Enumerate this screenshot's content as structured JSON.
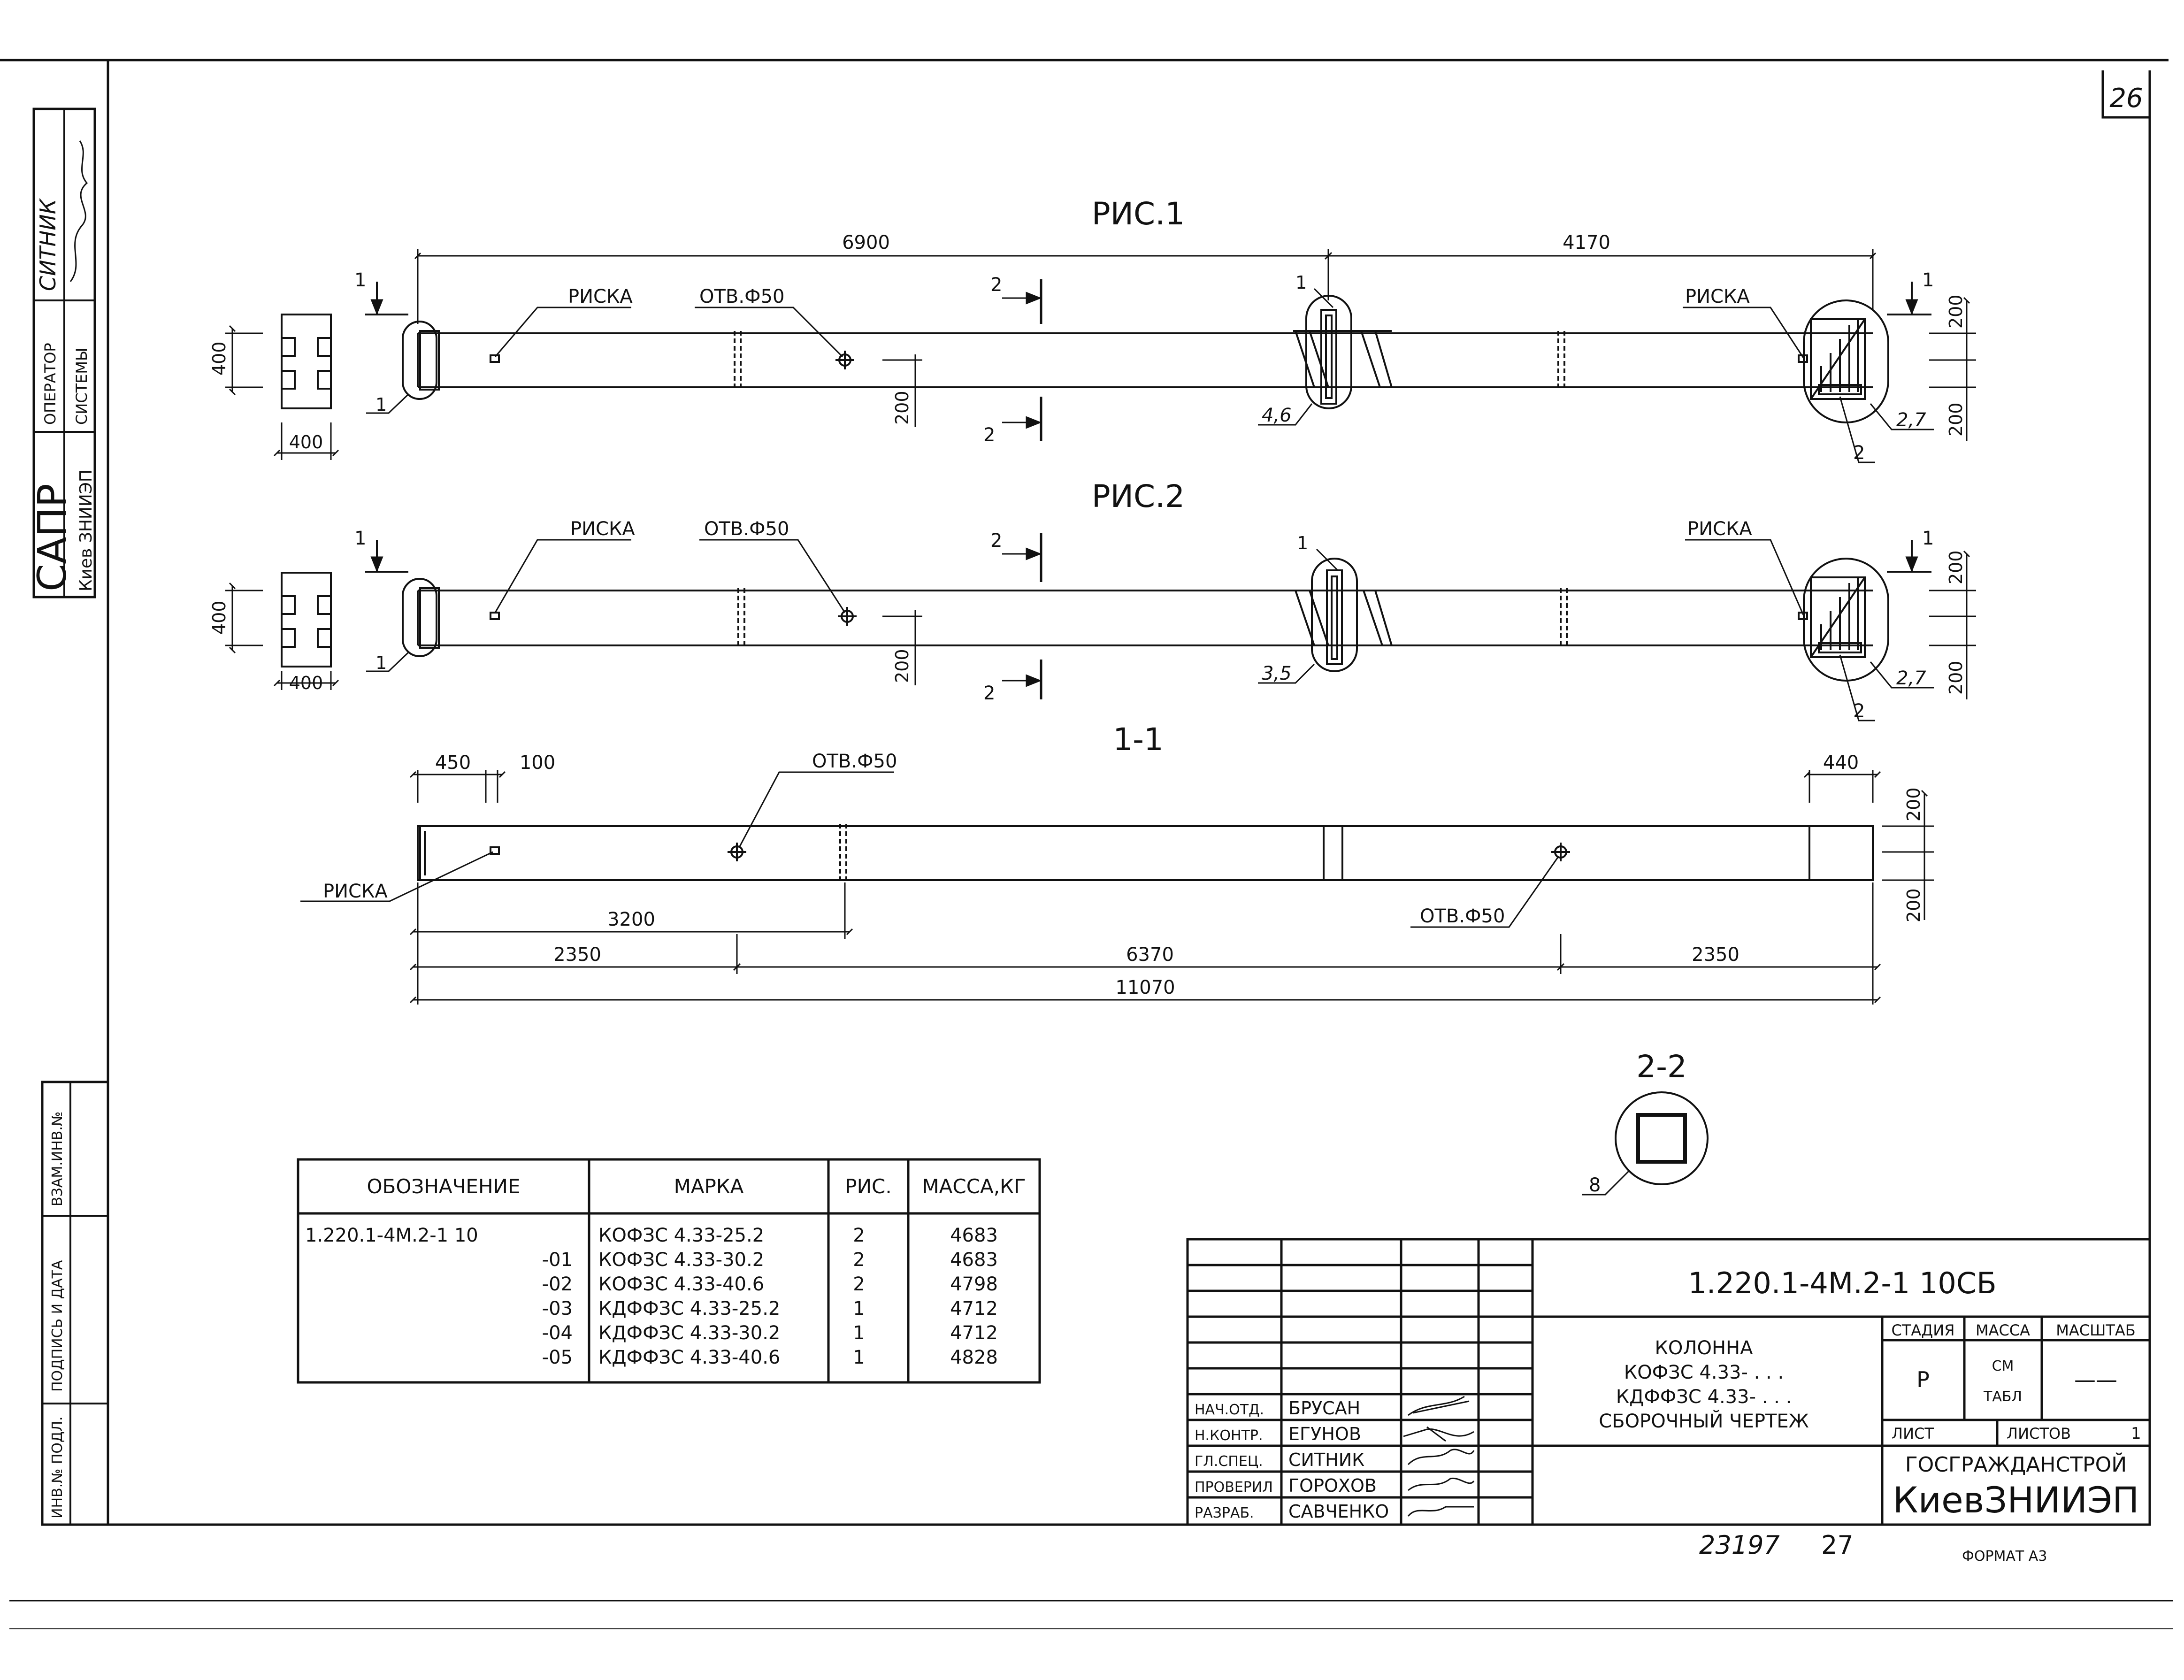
{
  "page_number": "26",
  "left_strip": {
    "operator_name": "СИТНИК",
    "operator_label_1": "ОПЕРАТОР",
    "operator_label_2": "СИСТЕМЫ",
    "sapr": "САПР",
    "sapr_org": "Киев ЗНИИЭП",
    "vzam": "ВЗАМ.ИНВ.№",
    "podpis": "ПОДПИСЬ И ДАТА",
    "inv": "ИНВ.№ ПОДЛ."
  },
  "figure_1": {
    "title": "РИС.1",
    "dim_left": "6900",
    "dim_right": "4170",
    "callout_riska_1": "РИСКА",
    "callout_hole": "ОТВ.Ф50",
    "callout_riska_2": "РИСКА",
    "section_1": "1",
    "section_2": "2",
    "leader_1": "1",
    "leader_46": "4,6",
    "leader_27": "2,7",
    "leader_2": "2",
    "dim_400_h": "400",
    "dim_400_w": "400",
    "dim_200": "200",
    "dim_200_top": "200",
    "dim_200_bot": "200"
  },
  "figure_2": {
    "title": "РИС.2",
    "callout_riska_1": "РИСКА",
    "callout_hole": "ОТВ.Ф50",
    "callout_riska_2": "РИСКА",
    "section_1": "1",
    "section_2": "2",
    "leader_1": "1",
    "leader_35": "3,5",
    "leader_27": "2,7",
    "leader_2": "2",
    "dim_400_h": "400",
    "dim_400_w": "400",
    "dim_200": "200",
    "dim_200_top": "200",
    "dim_200_bot": "200"
  },
  "section_1_1": {
    "title": "1-1",
    "dim_450": "450",
    "dim_100": "100",
    "dim_440": "440",
    "callout_hole_1": "ОТВ.Ф50",
    "callout_hole_2": "ОТВ.Ф50",
    "callout_riska": "РИСКА",
    "dim_3200": "3200",
    "dim_2350_left": "2350",
    "dim_6370": "6370",
    "dim_2350_right": "2350",
    "dim_11070": "11070",
    "dim_200_top": "200",
    "dim_200_bot": "200"
  },
  "section_2_2": {
    "title": "2-2",
    "leader": "8"
  },
  "spec_table": {
    "headers": [
      "ОБОЗНАЧЕНИЕ",
      "МАРКА",
      "РИС.",
      "МАССА,КГ"
    ],
    "rows": [
      {
        "designation": "1.220.1-4М.2-1  10",
        "mark": "КОФЗС  4.33-25.2",
        "fig": "2",
        "mass": "4683"
      },
      {
        "designation": "-01",
        "mark": "КОФЗС  4.33-30.2",
        "fig": "2",
        "mass": "4683"
      },
      {
        "designation": "-02",
        "mark": "КОФЗС  4.33-40.6",
        "fig": "2",
        "mass": "4798"
      },
      {
        "designation": "-03",
        "mark": "КДФФЗС  4.33-25.2",
        "fig": "1",
        "mass": "4712"
      },
      {
        "designation": "-04",
        "mark": "КДФФЗС  4.33-30.2",
        "fig": "1",
        "mass": "4712"
      },
      {
        "designation": "-05",
        "mark": "КДФФЗС  4.33-40.6",
        "fig": "1",
        "mass": "4828"
      }
    ]
  },
  "title_block": {
    "doc_code": "1.220.1-4М.2-1  10СБ",
    "name_line_1": "КОЛОННА",
    "name_line_2": "КОФЗС  4.33- . . .",
    "name_line_3": "КДФФЗС 4.33- . . .",
    "name_line_4": "СБОРОЧНЫЙ  ЧЕРТЕЖ",
    "stage_label": "СТАДИЯ",
    "mass_label": "МАССА",
    "scale_label": "МАСШТАБ",
    "stage_value": "Р",
    "mass_value_1": "СМ",
    "mass_value_2": "ТАБЛ",
    "scale_value": "——",
    "sheet_label": "ЛИСТ",
    "sheets_label": "ЛИСТОВ",
    "sheets_value": "1",
    "org_1": "ГОСГРАЖДАНСТРОЙ",
    "org_2": "КиевЗНИИЭП",
    "signatures": [
      {
        "role": "НАЧ.ОТД.",
        "name": "БРУСАН"
      },
      {
        "role": "Н.КОНТР.",
        "name": "ЕГУНОВ"
      },
      {
        "role": "ГЛ.СПЕЦ.",
        "name": "СИТНИК"
      },
      {
        "role": "ПРОВЕРИЛ",
        "name": "ГОРОХОВ"
      },
      {
        "role": "РАЗРАБ.",
        "name": "САВЧЕНКО"
      }
    ]
  },
  "footer": {
    "archive_number": "23197",
    "page": "27",
    "format": "ФОРМАТ  А3"
  }
}
